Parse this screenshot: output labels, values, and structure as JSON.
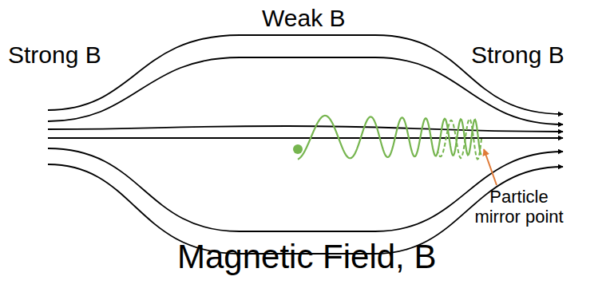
{
  "diagram": {
    "title": "Magnetic Field, B",
    "labels": [
      "Weak B",
      "Strong B",
      "Strong B",
      "Particle mirror point"
    ]
  }
}
